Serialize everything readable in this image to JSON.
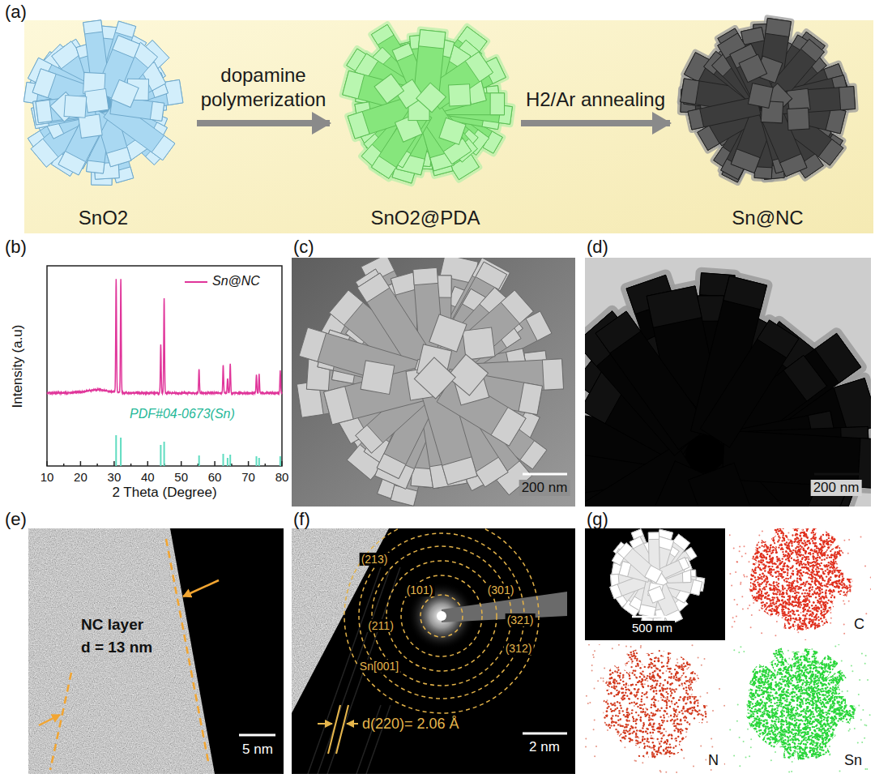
{
  "diagram": {
    "nodes": [
      {
        "text": [
          "SnO2"
        ]
      },
      {
        "text": [
          "SnO2@PDA"
        ]
      },
      {
        "text": [
          "Sn@NC"
        ]
      }
    ],
    "edges": [
      {
        "from": 0,
        "to": 1,
        "arrow": "to",
        "label": "dopamine polymerization"
      },
      {
        "from": 1,
        "to": 2,
        "arrow": "to",
        "label": "H2/Ar annealing"
      }
    ],
    "labels": [
      "(a)",
      "(b)",
      "Intensity (a.u)",
      "2 Theta (Degree)",
      "10",
      "20",
      "30",
      "40",
      "50",
      "60",
      "70",
      "80",
      "PDF#04-0673(Sn)",
      "(c)",
      "200 nm",
      "(d)",
      "200 nm",
      "(e)",
      "NC layer",
      "d = 13 nm",
      "5 nm",
      "(f)",
      "(213)",
      "(101)",
      "(301)",
      "(211)",
      "(321)",
      "(312)",
      "Sn[001]",
      "d(220)= 2.06 Å",
      "2 nm",
      "(g)",
      "500 nm",
      "C",
      "N",
      "Sn"
    ],
    "legend": [
      {
        "text": "Sn@NC"
      }
    ]
  }
}
